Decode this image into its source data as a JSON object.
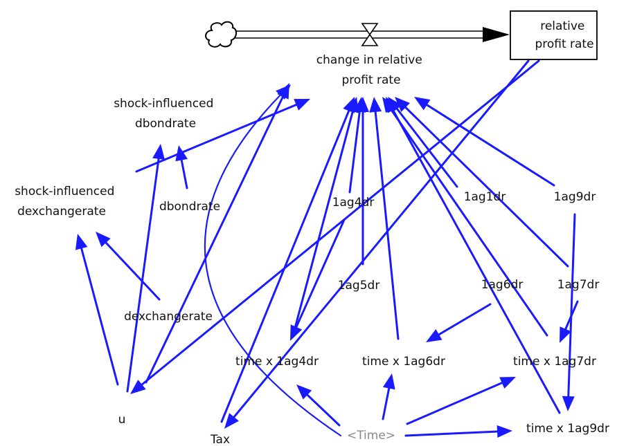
{
  "diagram": {
    "link_color": "#1a1aff",
    "stock": {
      "label_lines": [
        "relative",
        "profit rate"
      ]
    },
    "flow": {
      "label_lines": [
        "change in relative",
        "profit rate"
      ]
    },
    "variables": {
      "shock_bond": {
        "lines": [
          "shock-influenced",
          "dbondrate"
        ]
      },
      "shock_exch": {
        "lines": [
          "shock-influenced",
          "dexchangerate"
        ]
      },
      "dbondrate": {
        "lines": [
          "dbondrate"
        ]
      },
      "dexchangerate": {
        "lines": [
          "dexchangerate"
        ]
      },
      "u": {
        "lines": [
          "u"
        ]
      },
      "tax": {
        "lines": [
          "Tax"
        ]
      },
      "time": {
        "lines": [
          "<Time>"
        ]
      },
      "ag1": {
        "lines": [
          "1ag1dr"
        ]
      },
      "ag4": {
        "lines": [
          "1ag4dr"
        ]
      },
      "ag5": {
        "lines": [
          "1ag5dr"
        ]
      },
      "ag6": {
        "lines": [
          "1ag6dr"
        ]
      },
      "ag7": {
        "lines": [
          "1ag7dr"
        ]
      },
      "ag9": {
        "lines": [
          "1ag9dr"
        ]
      },
      "t4": {
        "lines": [
          "time x 1ag4dr"
        ]
      },
      "t6": {
        "lines": [
          "time x 1ag6dr"
        ]
      },
      "t7": {
        "lines": [
          "time x 1ag7dr"
        ]
      },
      "t9": {
        "lines": [
          "time x 1ag9dr"
        ]
      }
    }
  }
}
